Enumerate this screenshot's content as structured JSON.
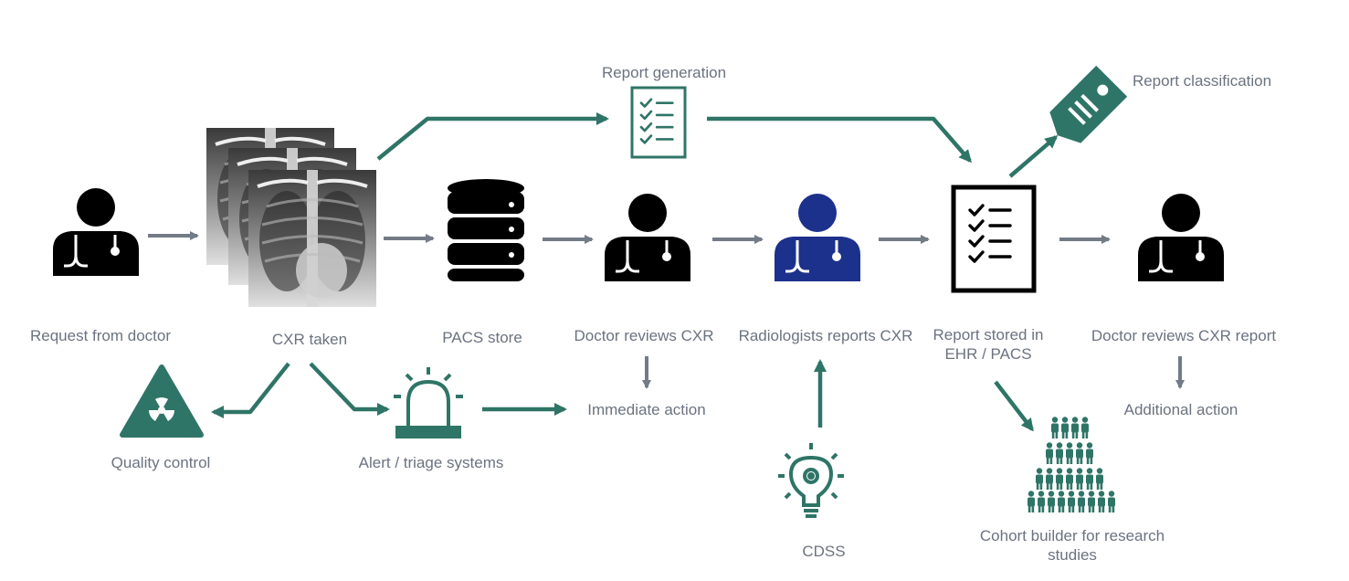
{
  "colors": {
    "teal": "#2f7567",
    "gray_arrow": "#737b86",
    "black": "#000000",
    "navy": "#1c318b",
    "label": "#6b7380"
  },
  "icons": {
    "doctor_request": "doctor-icon",
    "xray": "chest-xray-image",
    "pacs": "database-icon",
    "doctor_review": "doctor-icon",
    "radiologist": "radiologist-icon",
    "report_stored": "checklist-report-icon",
    "doctor_report": "doctor-icon",
    "report_generation": "checklist-icon",
    "report_classification": "tag-icon",
    "quality_control": "radiation-warning-icon",
    "alert": "siren-icon",
    "cdss": "lightbulb-gear-icon",
    "cohort": "people-pyramid-icon"
  },
  "labels": {
    "request_from_doctor": "Request from doctor",
    "cxr_taken": "CXR taken",
    "pacs_store": "PACS store",
    "doctor_reviews_cxr": "Doctor reviews CXR",
    "radiologists_reports_cxr": "Radiologists reports CXR",
    "report_stored_line1": "Report stored in",
    "report_stored_line2": "EHR / PACS",
    "doctor_reviews_cxr_report": "Doctor reviews CXR report",
    "report_generation": "Report generation",
    "report_classification": "Report classification",
    "quality_control": "Quality control",
    "alert_triage": "Alert / triage systems",
    "immediate_action": "Immediate action",
    "additional_action": "Additional action",
    "cdss": "CDSS",
    "cohort_line1": "Cohort builder for research",
    "cohort_line2": "studies"
  }
}
